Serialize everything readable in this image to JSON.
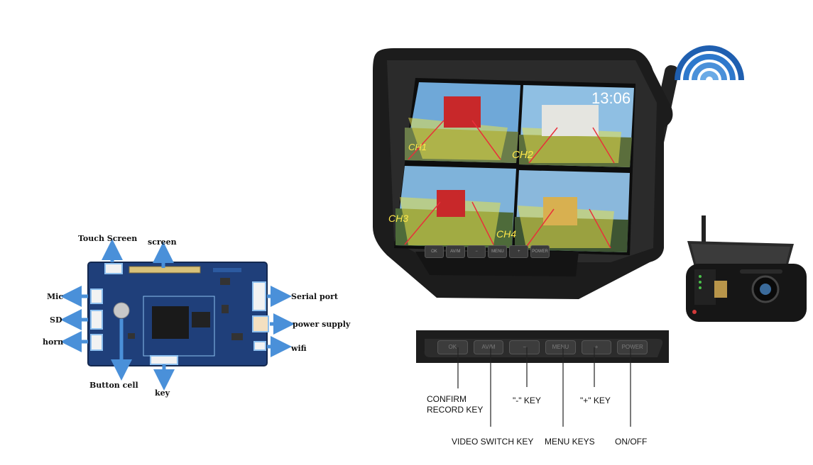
{
  "pcb": {
    "labels": {
      "touch_screen": "Touch Screen",
      "screen": "screen",
      "mic": "Mic",
      "sd": "SD",
      "horn": "horn",
      "serial_port": "Serial port",
      "power_supply": "power supply",
      "wifi": "wifi",
      "button_cell": "Button cell",
      "key": "key"
    }
  },
  "monitor": {
    "time": "13:06",
    "channels": [
      "CH1",
      "CH2",
      "CH3",
      "CH4"
    ],
    "buttons": [
      "OK",
      "AV/M",
      "−",
      "MENU",
      "+",
      "POWER"
    ]
  },
  "keypad": {
    "buttons": [
      "OK",
      "AV/M",
      "−",
      "MENU",
      "+",
      "POWER"
    ],
    "labels": {
      "confirm_line1": "CONFIRM",
      "confirm_line2": "RECORD KEY",
      "video_switch": "VIDEO SWITCH KEY",
      "minus_key": "\"-\" KEY",
      "menu_keys": "MENU KEYS",
      "plus_key": "\"+\" KEY",
      "on_off": "ON/OFF"
    }
  },
  "colors": {
    "arrow_blue": "#4a90d9",
    "pcb_blue": "#1f3f7a",
    "bezel": "#1c1c1c",
    "overlay_yellow": "#e6e04a",
    "guideline_red": "#e8303a"
  }
}
